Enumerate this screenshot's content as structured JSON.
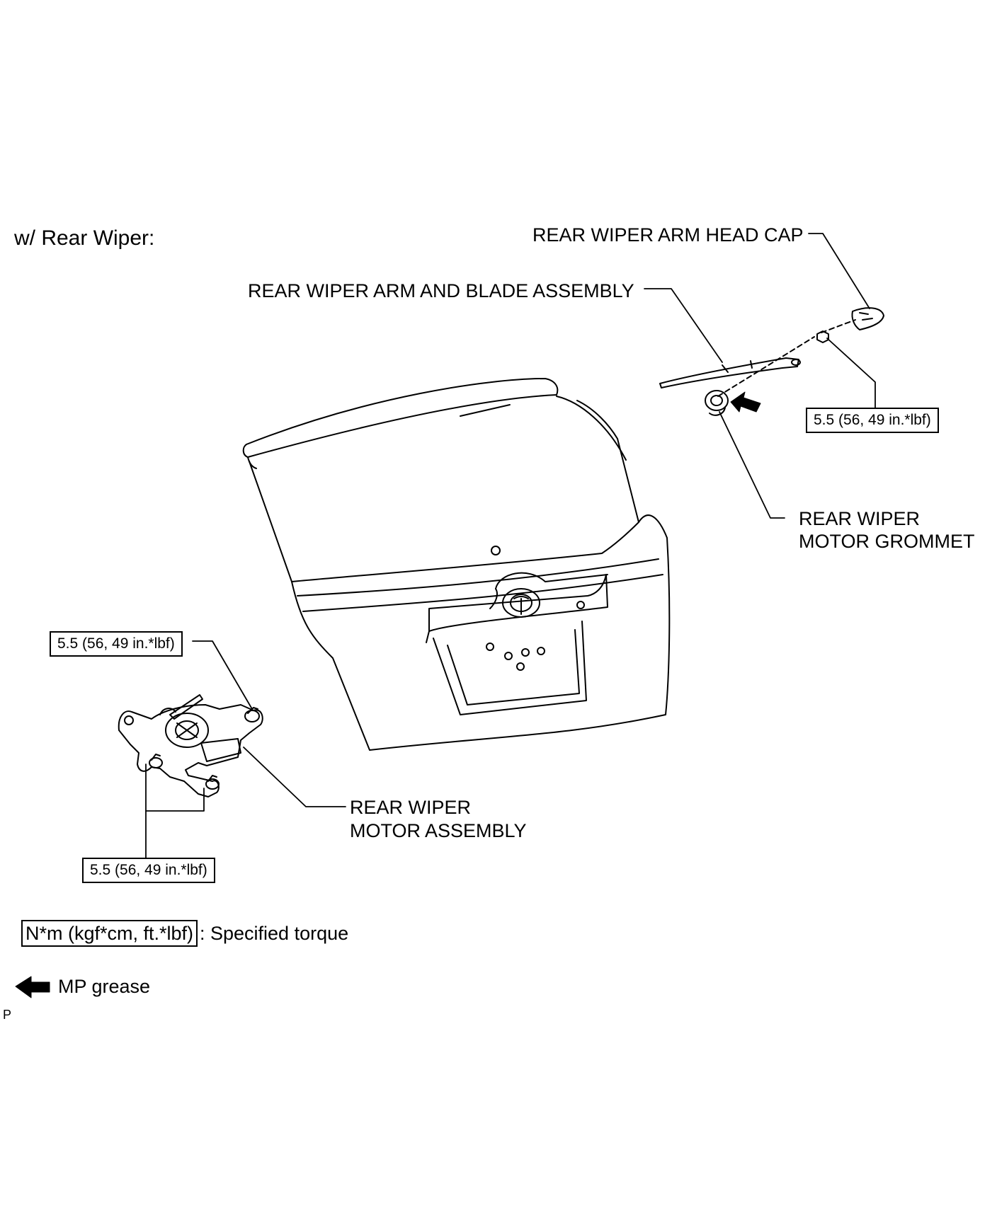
{
  "header": {
    "condition": "w/ Rear Wiper:"
  },
  "labels": {
    "arm_head_cap": "REAR WIPER ARM HEAD CAP",
    "arm_blade_assembly": "REAR WIPER ARM AND BLADE ASSEMBLY",
    "motor_grommet_line1": "REAR WIPER",
    "motor_grommet_line2": "MOTOR GROMMET",
    "motor_assembly_line1": "REAR WIPER",
    "motor_assembly_line2": "MOTOR ASSEMBLY"
  },
  "torques": {
    "nut_top": "5.5 (56, 49 in.*lbf)",
    "motor_upper": "5.5 (56, 49 in.*lbf)",
    "motor_lower": "5.5 (56, 49 in.*lbf)"
  },
  "legend": {
    "torque_unit": "N*m (kgf*cm, ft.*lbf)",
    "torque_desc": ": Specified torque",
    "grease_desc": "MP grease"
  },
  "footer": {
    "code": "P"
  },
  "icons": {
    "grease": "filled-arrow-left-icon"
  },
  "colors": {
    "line": "#000000",
    "background": "#ffffff"
  }
}
